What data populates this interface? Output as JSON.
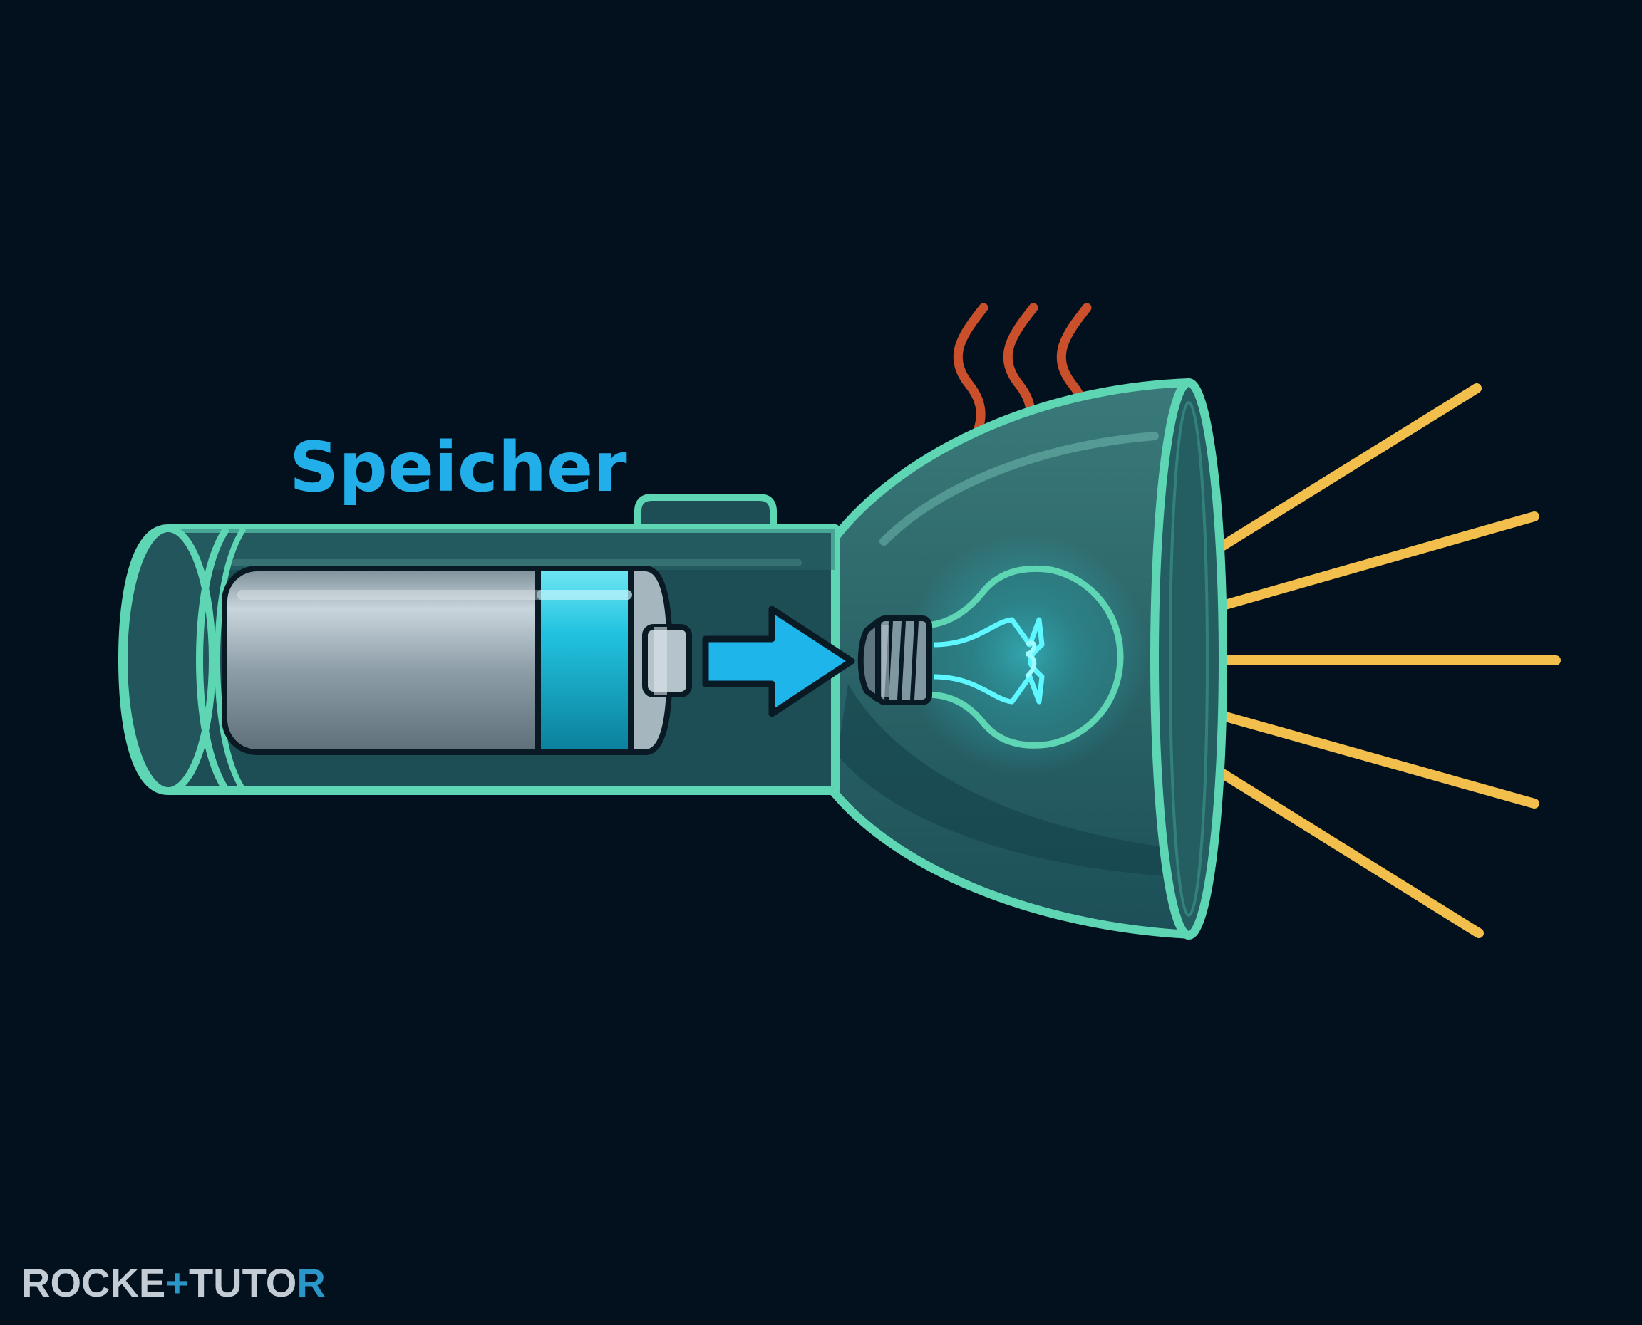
{
  "diagram": {
    "label": "Speicher",
    "colors": {
      "background": "#02111d",
      "outline": "#5ed6b4",
      "housing_fill": "#1d4d55",
      "battery_body": "#a9b9c2",
      "battery_band": "#1fc6e0",
      "arrow": "#1eb6ea",
      "heat_waves": "#c9502a",
      "light_rays": "#f2be4c",
      "label": "#22aee8"
    },
    "icons": [
      "battery-icon",
      "arrow-right-icon",
      "light-bulb-icon",
      "heat-wave-icon",
      "light-ray-icon"
    ]
  },
  "watermark": {
    "part1": "ROCKE",
    "plus": "+",
    "part2": "TUTO",
    "part3": "R"
  }
}
